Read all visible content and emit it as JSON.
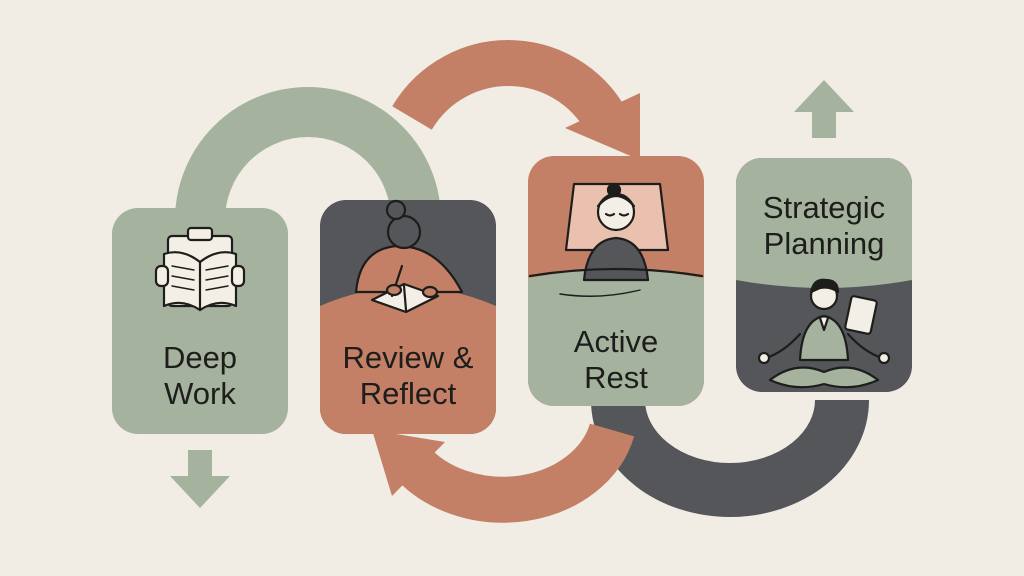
{
  "colors": {
    "background": "#f1ede4",
    "sage": "#a4b29e",
    "terracotta": "#c48066",
    "charcoal": "#54565a",
    "ink": "#1d1d1b",
    "paper": "#f4efe6"
  },
  "cards": [
    {
      "id": "deep-work",
      "lines": [
        "Deep",
        "Work"
      ],
      "color": "sage",
      "icon": "book-clipboard-icon"
    },
    {
      "id": "review-reflect",
      "lines": [
        "Review &",
        "Reflect"
      ],
      "color": "terracotta",
      "icon": "person-writing-icon"
    },
    {
      "id": "active-rest",
      "lines": [
        "Active",
        "Rest"
      ],
      "color": "sage",
      "icon": "person-sleeping-icon"
    },
    {
      "id": "strategic-planning",
      "lines": [
        "Strategic",
        "Planning"
      ],
      "color": "charcoal",
      "icon": "person-meditating-icon"
    }
  ],
  "connectors": [
    {
      "name": "sage-arc-deep-to-review",
      "color": "sage"
    },
    {
      "name": "terracotta-arc-top",
      "color": "terracotta"
    },
    {
      "name": "terracotta-arc-bottom",
      "color": "terracotta"
    },
    {
      "name": "charcoal-arc-rest-to-strategic",
      "color": "charcoal"
    },
    {
      "name": "arrow-down-icon",
      "color": "sage"
    },
    {
      "name": "arrow-up-icon",
      "color": "sage"
    }
  ]
}
